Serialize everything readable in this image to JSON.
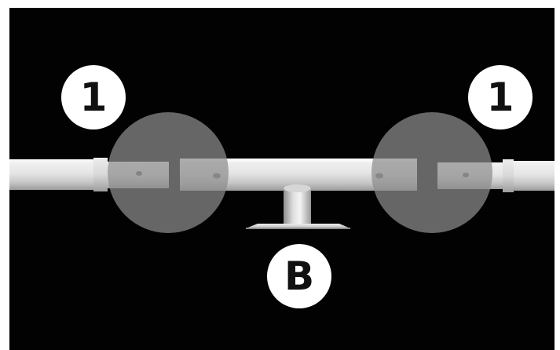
{
  "figure": {
    "labels": {
      "left_step": "1",
      "right_step": "1",
      "center_part": "B"
    },
    "colors": {
      "background": "#020202",
      "frame": "#ffffff",
      "pipe_light": "#eeeeee",
      "pipe_mid": "#d2d2d2",
      "pipe_dark": "#9a9a9a",
      "highlight_circle": "#8e8e8e",
      "callout_fill": "#ffffff",
      "callout_text": "#111111"
    }
  }
}
